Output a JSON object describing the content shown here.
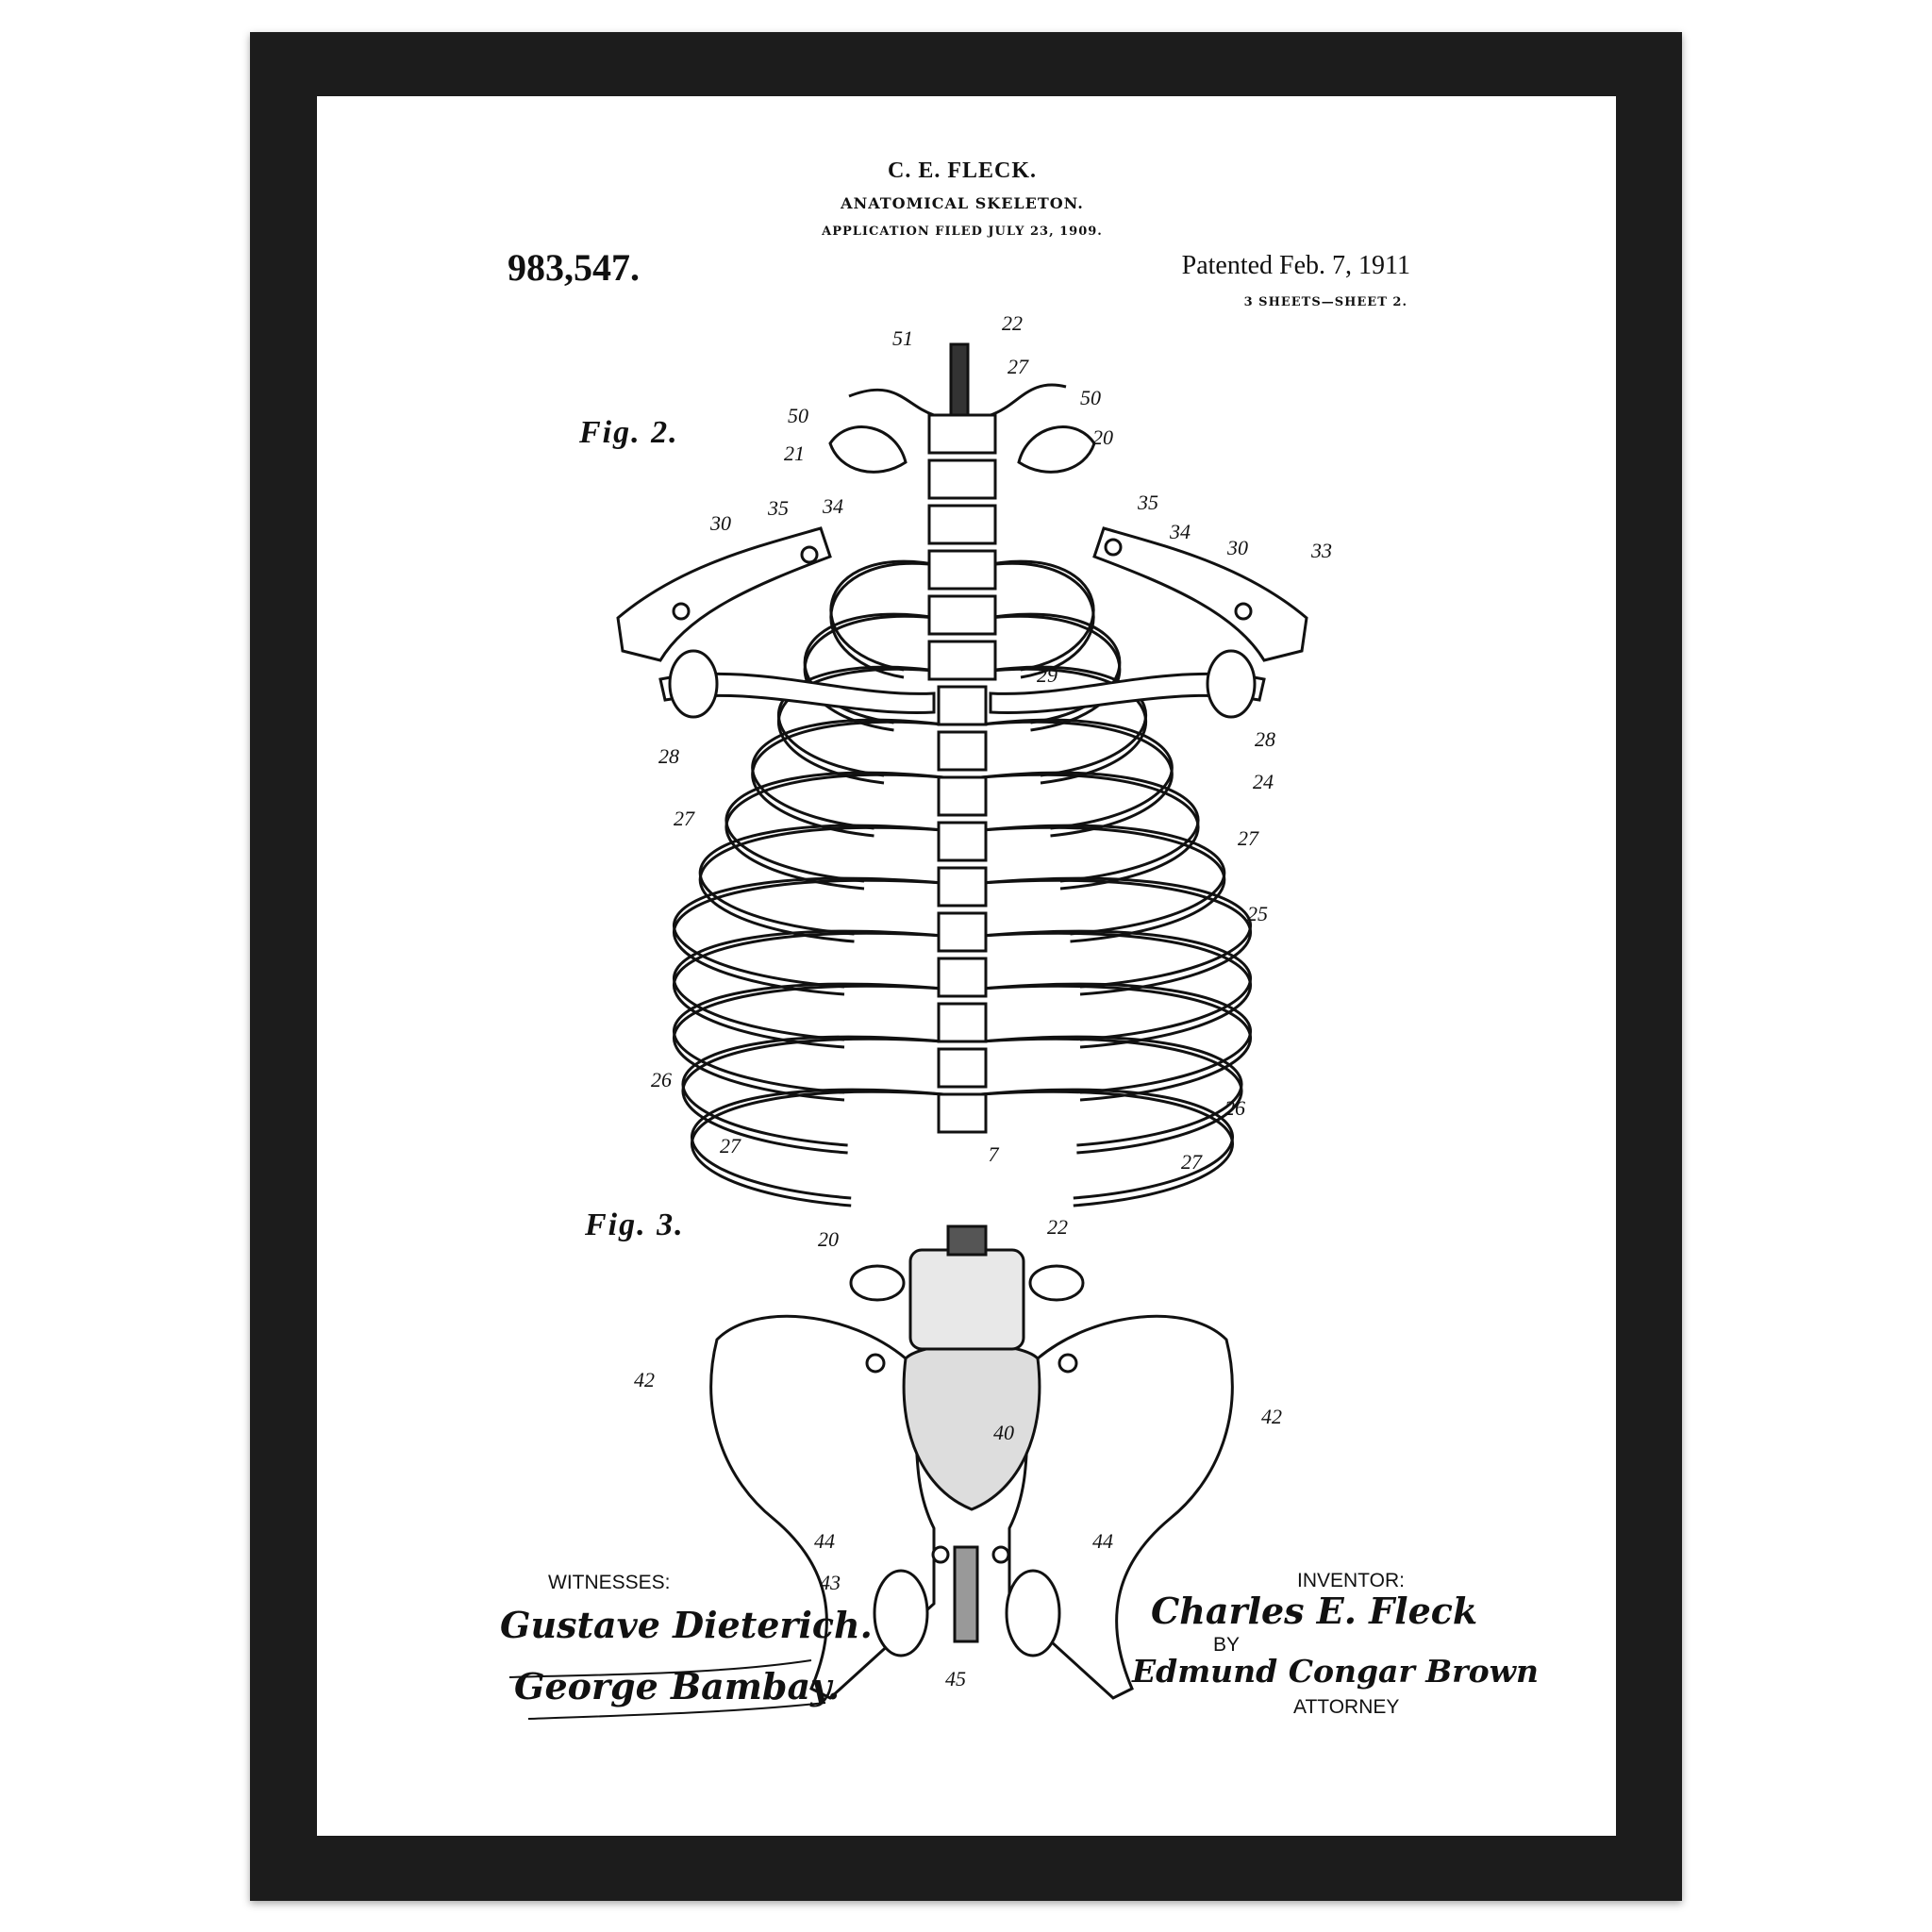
{
  "header": {
    "inventor": "C. E. FLECK.",
    "invention": "ANATOMICAL SKELETON.",
    "filed": "APPLICATION FILED JULY 23, 1909.",
    "patent_number": "983,547.",
    "patented": "Patented Feb. 7, 1911",
    "sheets": "3 SHEETS—SHEET 2."
  },
  "figures": {
    "fig2": "Fig. 2.",
    "fig3": "Fig. 3."
  },
  "fig2_numerals": [
    "51",
    "22",
    "27",
    "50",
    "50",
    "21",
    "20",
    "35",
    "34",
    "35",
    "34",
    "30",
    "30",
    "33",
    "29",
    "28",
    "28",
    "24",
    "27",
    "27",
    "25",
    "26",
    "26",
    "27",
    "7",
    "27"
  ],
  "fig3_numerals": [
    "20",
    "22",
    "42",
    "42",
    "40",
    "44",
    "44",
    "43",
    "45"
  ],
  "signatures": {
    "witnesses_label": "WITNESSES:",
    "witness_1": "Gustave Dieterich.",
    "witness_2": "George Bambay.",
    "inventor_label": "INVENTOR:",
    "inventor_signature": "Charles E. Fleck",
    "by_label": "BY",
    "attorney_signature": "Edmund Congar Brown",
    "attorney_label": "ATTORNEY"
  },
  "colors": {
    "frame": "#1c1c1c",
    "paper": "#ffffff",
    "ink": "#111111"
  }
}
